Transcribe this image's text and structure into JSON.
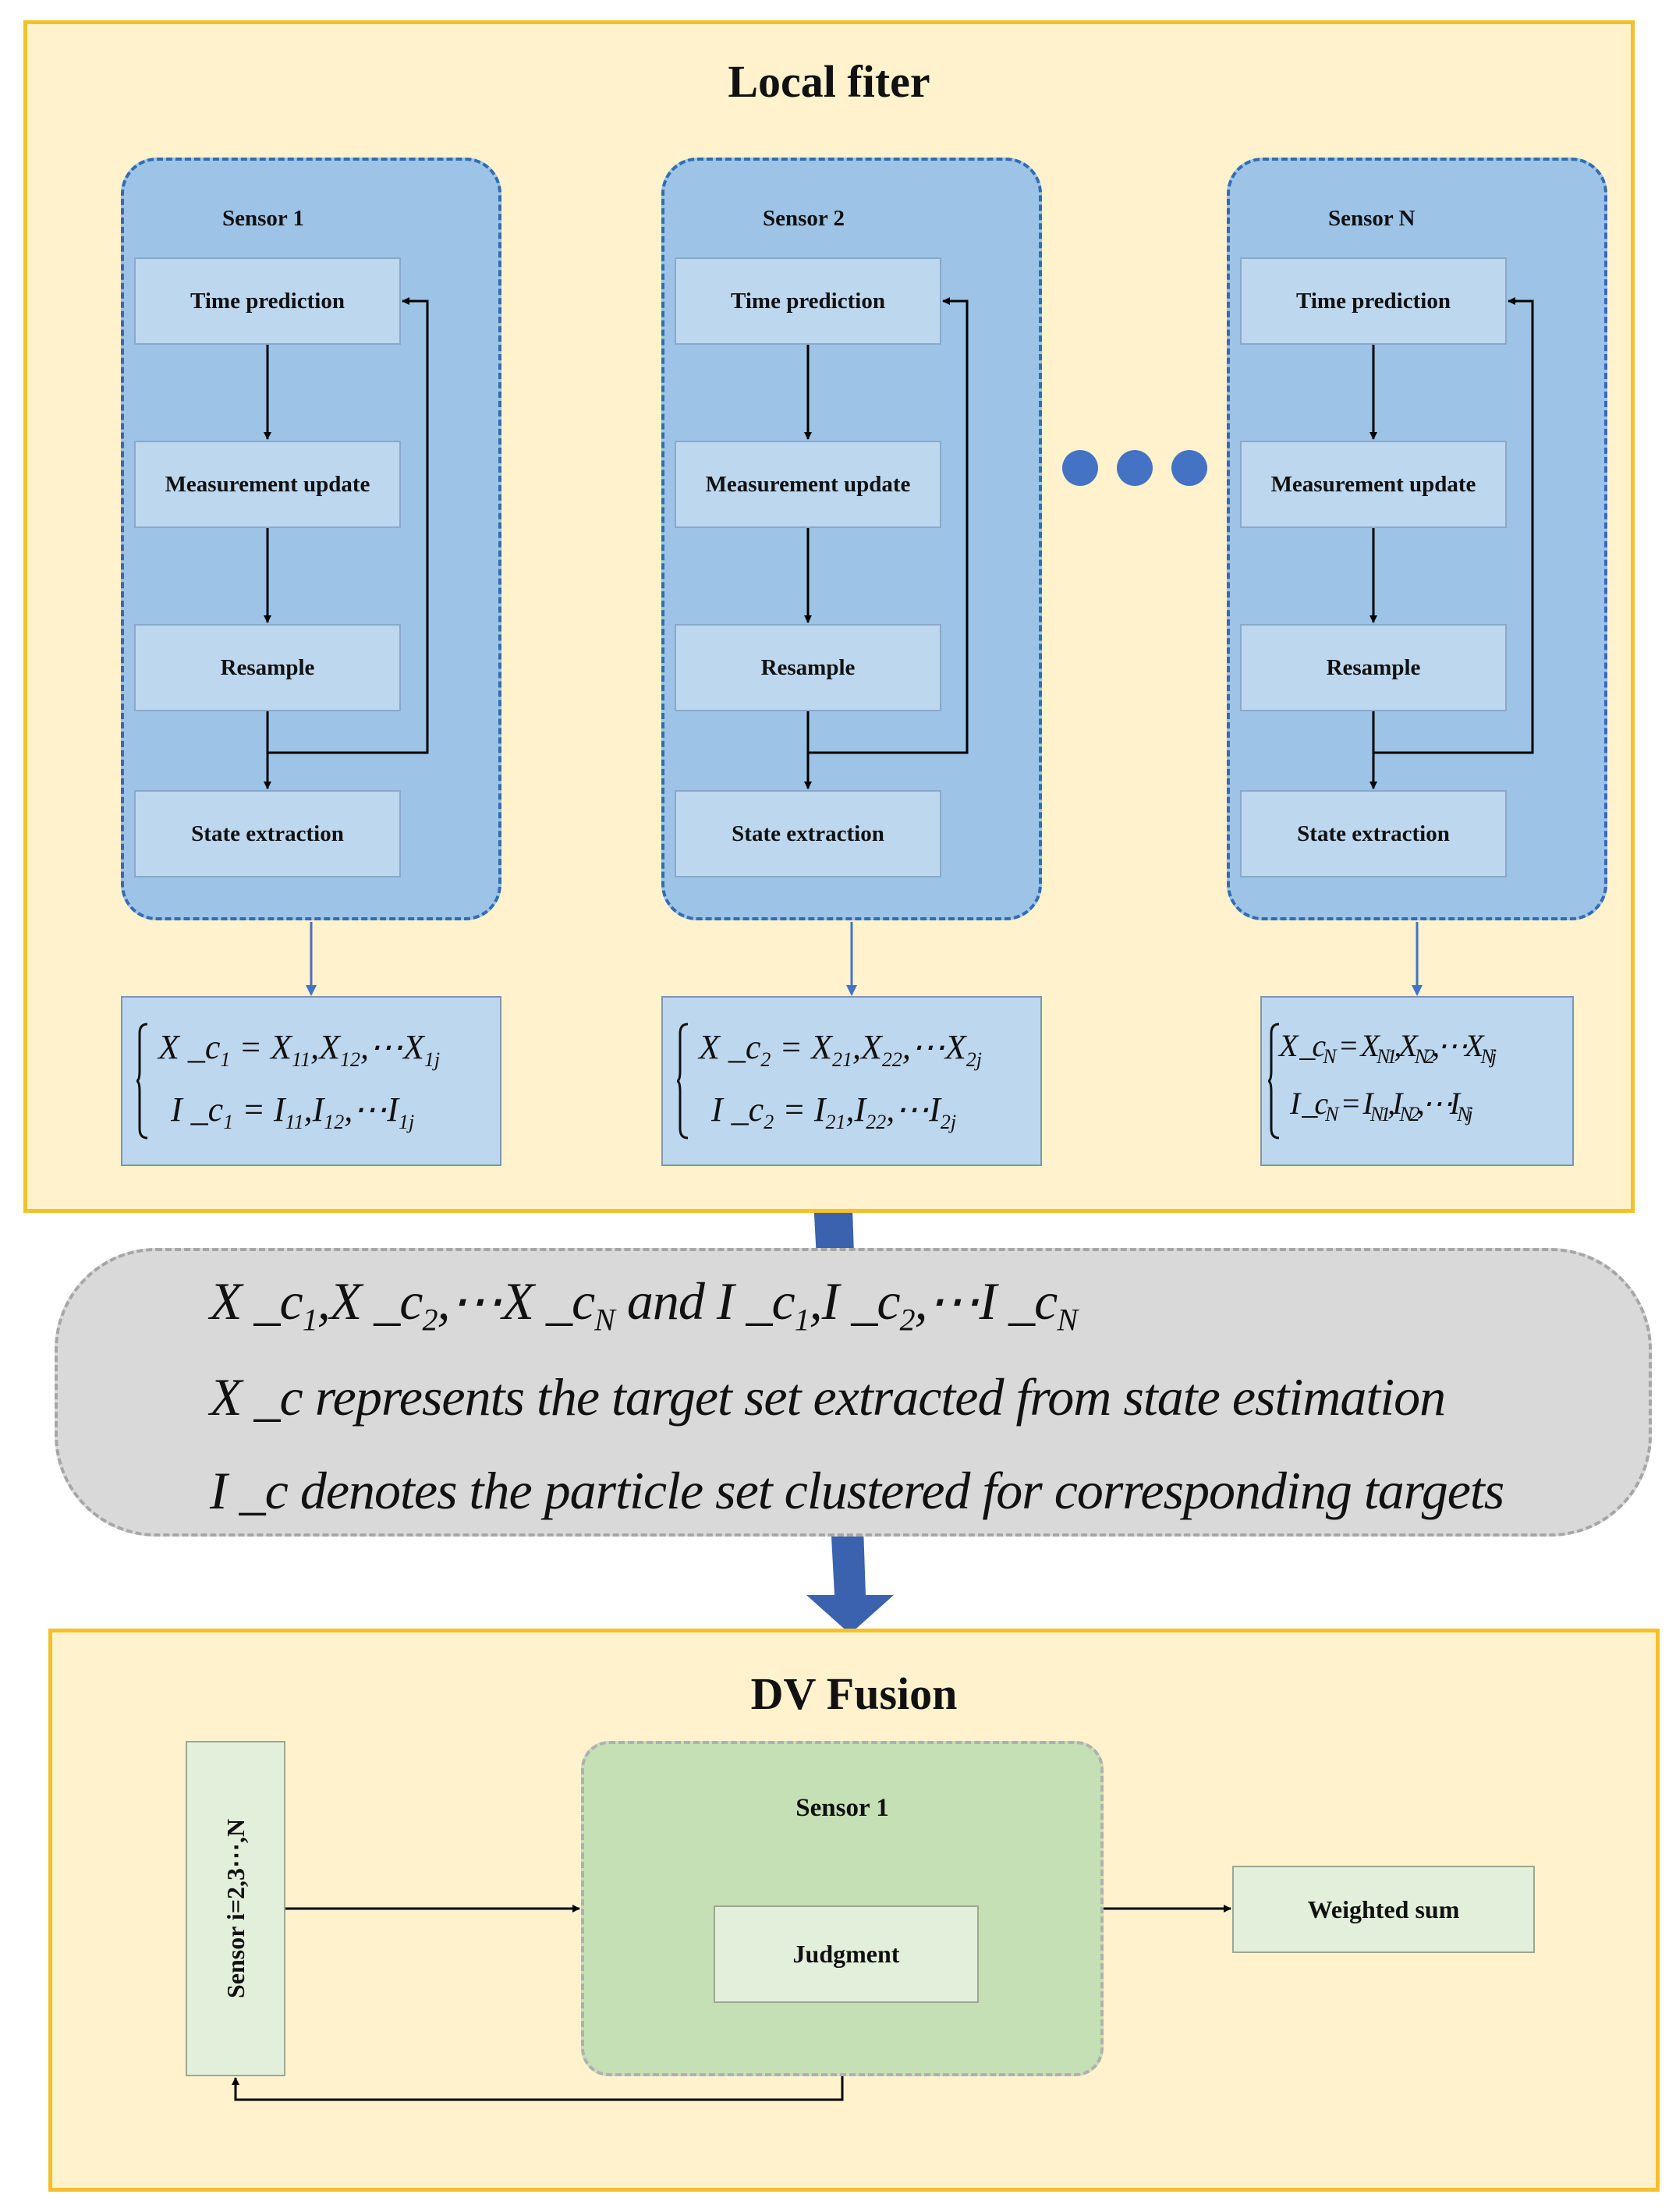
{
  "local_filter": {
    "title": "Local fiter",
    "sensors": [
      {
        "name": "Sensor 1",
        "steps": [
          "Time prediction",
          "Measurement update",
          "Resample",
          "State extraction"
        ],
        "formula": {
          "row1": {
            "lhs": "X _c",
            "lhs_sub": "1",
            "eq": " = ",
            "a": "X",
            "a_sub": "11",
            "b": ",X",
            "b_sub": "12",
            "c": ",⋯X",
            "c_sub": "1j"
          },
          "row2": {
            "lhs": "I _c",
            "lhs_sub": "1",
            "eq": " = ",
            "a": "I",
            "a_sub": "11",
            "b": ",I",
            "b_sub": "12",
            "c": ",⋯I",
            "c_sub": "1j"
          }
        }
      },
      {
        "name": "Sensor 2",
        "steps": [
          "Time prediction",
          "Measurement update",
          "Resample",
          "State extraction"
        ],
        "formula": {
          "row1": {
            "lhs": "X _c",
            "lhs_sub": "2",
            "eq": " = ",
            "a": "X",
            "a_sub": "21",
            "b": ",X",
            "b_sub": "22",
            "c": ",⋯X",
            "c_sub": "2j"
          },
          "row2": {
            "lhs": "I _c",
            "lhs_sub": "2",
            "eq": " = ",
            "a": "I",
            "a_sub": "21",
            "b": ",I",
            "b_sub": "22",
            "c": ",⋯I",
            "c_sub": "2j"
          }
        }
      },
      {
        "name": "Sensor N",
        "steps": [
          "Time prediction",
          "Measurement update",
          "Resample",
          "State extraction"
        ],
        "formula": {
          "row1": {
            "lhs": "X _c",
            "lhs_sub": "N",
            "eq": " = ",
            "a": "X",
            "a_sub": "N1",
            "b": ",X",
            "b_sub": "N2",
            "c": ",⋯X",
            "c_sub": "Nj"
          },
          "row2": {
            "lhs": "I _c",
            "lhs_sub": "N",
            "eq": " = ",
            "a": "I",
            "a_sub": "N1",
            "b": ",I",
            "b_sub": "N2",
            "c": ",⋯I",
            "c_sub": "Nj"
          }
        }
      }
    ]
  },
  "summary": {
    "line1": {
      "x": "X _c",
      "x1": "1",
      "x2a": ",X _c",
      "x2": "2",
      "xna": ",⋯X _c",
      "xn": "N",
      "and": " and ",
      "i": "I _c",
      "i1": "1",
      "i2a": ",I _c",
      "i2": "2",
      "ina": ",⋯I _c",
      "in": "N"
    },
    "line2": "X _c represents the target set extracted from state estimation",
    "line3": "I _c denotes the particle set clustered for corresponding targets"
  },
  "dv_fusion": {
    "title": "DV Fusion",
    "sensor_i_label": "Sensor i=2,3⋯,N",
    "sensor1_label": "Sensor 1",
    "judgment_label": "Judgment",
    "weighted_sum_label": "Weighted sum"
  },
  "colors": {
    "panel_bg": "#fff2cc",
    "panel_border": "#f5c02a",
    "sensor_card": "#9dc3e6",
    "step_box": "#bdd7ee",
    "accent_blue": "#4472c4",
    "green_card": "#c5e0b4",
    "pill_gray": "#d9d9d9"
  }
}
